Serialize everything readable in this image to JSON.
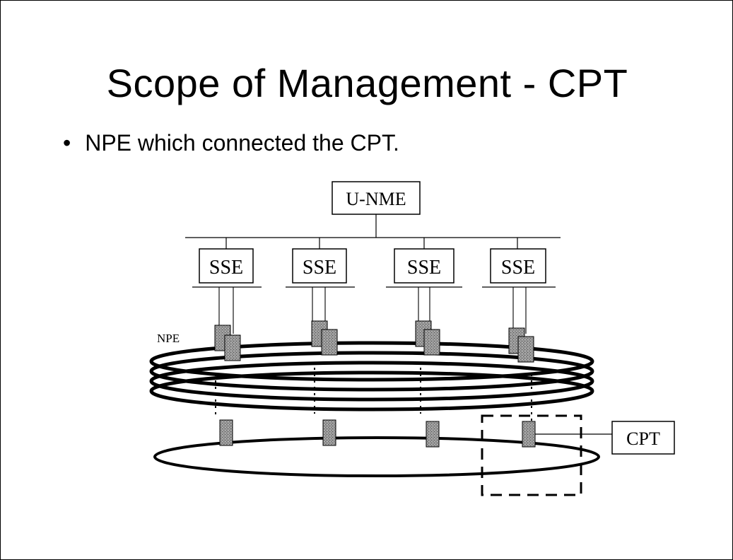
{
  "slide": {
    "title": "Scope of Management - CPT",
    "bullet": "NPE which connected the CPT."
  },
  "diagram": {
    "top_node": "U-NME",
    "sse_nodes": [
      "SSE",
      "SSE",
      "SSE",
      "SSE"
    ],
    "ring_label": "NPE",
    "customer_node": "CPT",
    "colors": {
      "line": "#000000",
      "device_fill": "#8c8c8c",
      "background": "#ffffff"
    }
  }
}
